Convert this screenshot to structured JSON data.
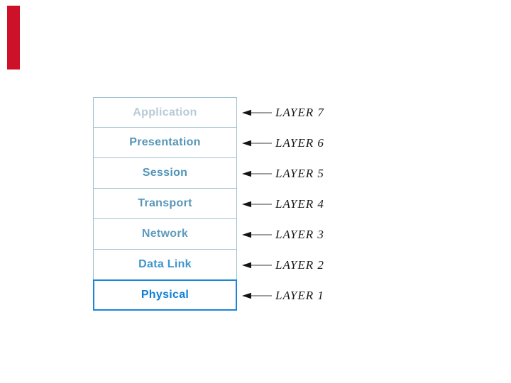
{
  "slide": {
    "background": "#ffffff",
    "accent_bar": {
      "color": "#cc1128"
    },
    "diagram": {
      "name": "OSI seven-layer model stack",
      "layers": [
        {
          "name": "Application",
          "layer_label": "LAYER 7",
          "text_color": "#b7cbd7",
          "emphasized": false
        },
        {
          "name": "Presentation",
          "layer_label": "LAYER 6",
          "text_color": "#5696b8",
          "emphasized": false
        },
        {
          "name": "Session",
          "layer_label": "LAYER 5",
          "text_color": "#4f94b6",
          "emphasized": false
        },
        {
          "name": "Transport",
          "layer_label": "LAYER 4",
          "text_color": "#5696b8",
          "emphasized": false
        },
        {
          "name": "Network",
          "layer_label": "LAYER 3",
          "text_color": "#5d9cbe",
          "emphasized": false
        },
        {
          "name": "Data Link",
          "layer_label": "LAYER 2",
          "text_color": "#3e95cd",
          "emphasized": false
        },
        {
          "name": "Physical",
          "layer_label": "LAYER 1",
          "text_color": "#127fd6",
          "emphasized": true
        }
      ],
      "colors": {
        "box_border": "#9fc0d3",
        "emphasis_border": "#1a86d6",
        "arrow_head": "#141414",
        "arrow_shaft": "#8f8f8f",
        "layer_label_color": "#1a1a1a"
      }
    }
  }
}
